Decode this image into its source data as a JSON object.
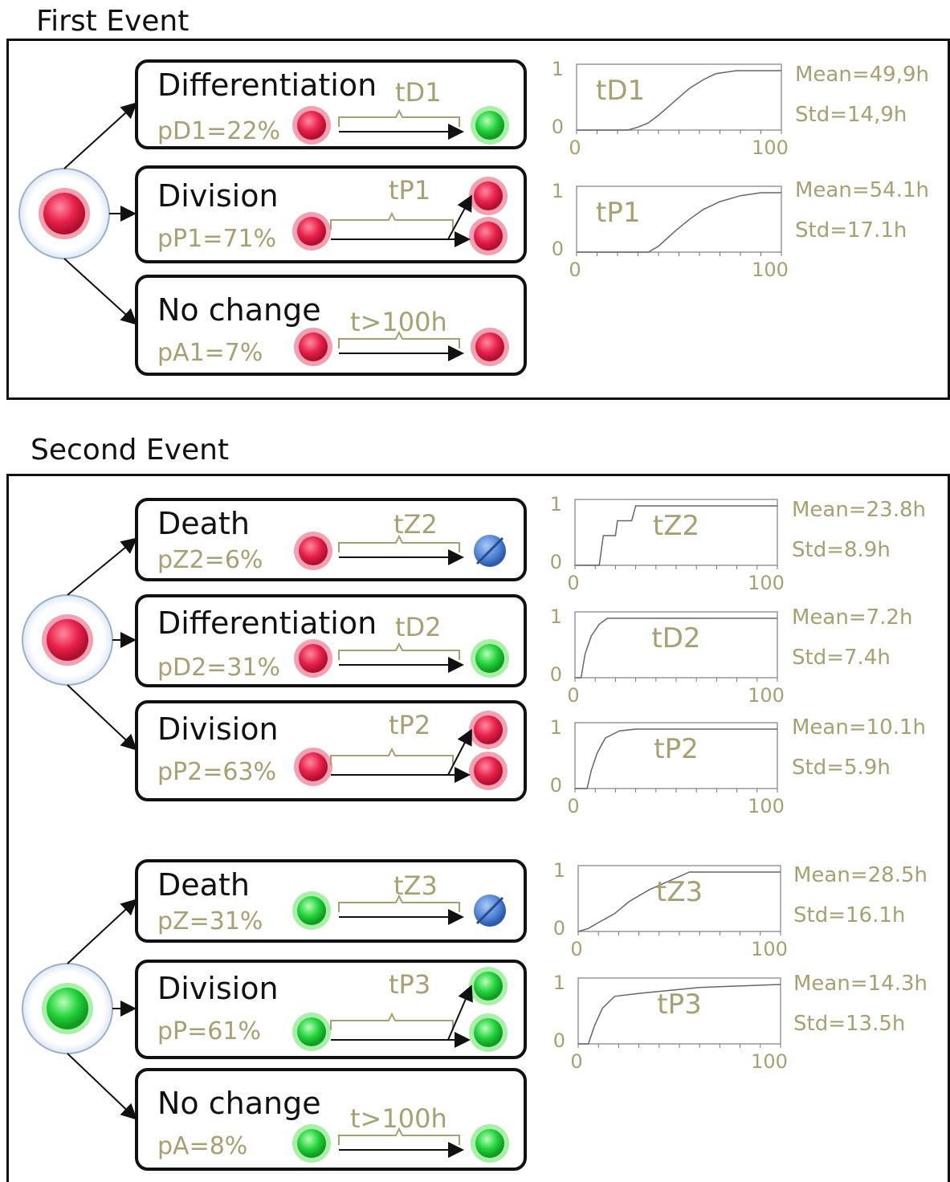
{
  "sections": [
    {
      "title": "First Event",
      "groups": [
        {
          "start_cell": "red",
          "branches": [
            {
              "title": "Differentiation",
              "prob": "pD1=22%",
              "time": "tD1",
              "result": "green-cell",
              "chart": {
                "label": "tD1",
                "x_ticks": [
                  "0",
                  "100"
                ],
                "y_ticks": [
                  "0",
                  "1"
                ],
                "mean": "Mean=49,9h",
                "std": "Std=14,9h"
              }
            },
            {
              "title": "Division",
              "prob": "pP1=71%",
              "time": "tP1",
              "result": "two-red-cells",
              "chart": {
                "label": "tP1",
                "x_ticks": [
                  "0",
                  "100"
                ],
                "y_ticks": [
                  "0",
                  "1"
                ],
                "mean": "Mean=54.1h",
                "std": "Std=17.1h"
              }
            },
            {
              "title": "No change",
              "prob": "pA1=7%",
              "time": "t>100h",
              "result": "red-cell",
              "chart": null
            }
          ]
        }
      ]
    },
    {
      "title": "Second Event",
      "groups": [
        {
          "start_cell": "red",
          "branches": [
            {
              "title": "Death",
              "prob": "pZ2=6%",
              "time": "tZ2",
              "result": "dead-cell",
              "chart": {
                "label": "tZ2",
                "x_ticks": [
                  "0",
                  "100"
                ],
                "y_ticks": [
                  "0",
                  "1"
                ],
                "mean": "Mean=23.8h",
                "std": "Std=8.9h"
              }
            },
            {
              "title": "Differentiation",
              "prob": "pD2=31%",
              "time": "tD2",
              "result": "green-cell",
              "chart": {
                "label": "tD2",
                "x_ticks": [
                  "0",
                  "100"
                ],
                "y_ticks": [
                  "0",
                  "1"
                ],
                "mean": "Mean=7.2h",
                "std": "Std=7.4h"
              }
            },
            {
              "title": "Division",
              "prob": "pP2=63%",
              "time": "tP2",
              "result": "two-red-cells",
              "chart": {
                "label": "tP2",
                "x_ticks": [
                  "0",
                  "100"
                ],
                "y_ticks": [
                  "0",
                  "1"
                ],
                "mean": "Mean=10.1h",
                "std": "Std=5.9h"
              }
            }
          ]
        },
        {
          "start_cell": "green",
          "branches": [
            {
              "title": "Death",
              "prob": "pZ=31%",
              "time": "tZ3",
              "result": "dead-cell",
              "chart": {
                "label": "tZ3",
                "x_ticks": [
                  "0",
                  "100"
                ],
                "y_ticks": [
                  "0",
                  "1"
                ],
                "mean": "Mean=28.5h",
                "std": "Std=16.1h"
              }
            },
            {
              "title": "Division",
              "prob": "pP=61%",
              "time": "tP3",
              "result": "two-green-cells",
              "chart": {
                "label": "tP3",
                "x_ticks": [
                  "0",
                  "100"
                ],
                "y_ticks": [
                  "0",
                  "1"
                ],
                "mean": "Mean=14.3h",
                "std": "Std=13.5h"
              }
            },
            {
              "title": "No change",
              "prob": "pA=8%",
              "time": "t>100h",
              "result": "green-cell",
              "chart": null
            }
          ]
        }
      ]
    }
  ],
  "colors": {
    "red_cell": "#e8204a",
    "red_halo": "#f3a0b0",
    "green_cell": "#21d23a",
    "green_halo": "#a8f0a8",
    "dead_cell": "#4a7fd0",
    "text_accent": "#a8a070"
  }
}
